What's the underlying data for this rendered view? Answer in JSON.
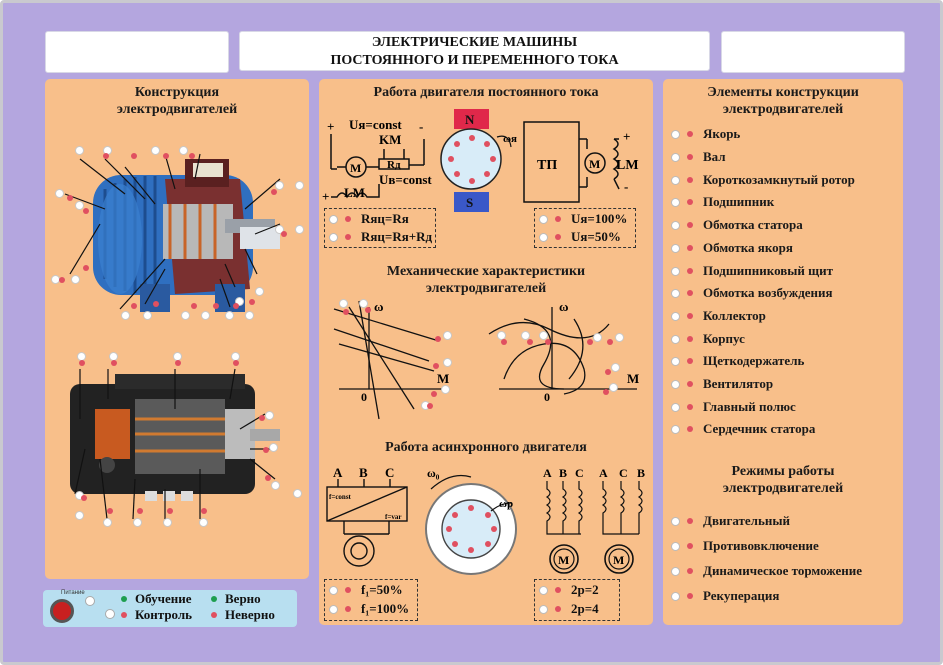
{
  "header": {
    "title_line1": "ЭЛЕКТРИЧЕСКИЕ МАШИНЫ",
    "title_line2": "ПОСТОЯННОГО И ПЕРЕМЕННОГО ТОКА"
  },
  "left_panel": {
    "title_line1": "Конструкция",
    "title_line2": "электродвигателей"
  },
  "dc_motor": {
    "title": "Работа двигателя постоянного тока",
    "ua_const": "Uя=const",
    "km": "KM",
    "rd": "Rд",
    "ub_const": "Uв=const",
    "lm": "LM",
    "m": "M",
    "tp": "ТП",
    "n": "N",
    "s": "S",
    "omega_ya": "ωя",
    "plus": "+",
    "minus": "-",
    "options_left": [
      "Rяц=Rя",
      "Rяц=Rя+Rд"
    ],
    "options_right": [
      "Uя=100%",
      "Uя=50%"
    ]
  },
  "mech": {
    "title_line1": "Механические характеристики",
    "title_line2": "электродвигателей",
    "omega": "ω",
    "m_axis": "M",
    "zero": "0"
  },
  "async": {
    "title": "Работа асинхронного двигателя",
    "phases": [
      "A",
      "B",
      "C"
    ],
    "phases_right": [
      "A",
      "C",
      "B"
    ],
    "f_const": "f=const",
    "f_var": "f=var",
    "omega0": "ω₀",
    "omega_r": "ωр",
    "m": "M",
    "options_left": [
      "f₁=50%",
      "f₁=100%"
    ],
    "options_right": [
      "2p=2",
      "2p=4"
    ]
  },
  "right_panel": {
    "title_line1": "Элементы конструкции",
    "title_line2": "электродвигателей",
    "elements": [
      "Якорь",
      "Вал",
      "Короткозамкнутый ротор",
      "Подшипник",
      "Обмотка статора",
      "Обмотка якоря",
      "Подшипниковый щит",
      "Обмотка возбуждения",
      "Коллектор",
      "Корпус",
      "Щеткодержатель",
      "Вентилятор",
      "Главный полюс",
      "Сердечник статора"
    ],
    "modes_title_line1": "Режимы работы",
    "modes_title_line2": "электродвигателей",
    "modes": [
      "Двигательный",
      "Противовключение",
      "Динамическое торможение",
      "Рекуперация"
    ]
  },
  "legend": {
    "power": "Питание",
    "training": "Обучение",
    "control": "Контроль",
    "correct": "Верно",
    "wrong": "Неверно"
  },
  "colors": {
    "background": "#b4a6df",
    "panel": "#f8bf8a",
    "legend_bg": "#b8dff0",
    "pole_n": "#e0284a",
    "pole_s": "#3a58c8",
    "dot_red": "#e05060",
    "dot_green": "#1e9e50"
  }
}
